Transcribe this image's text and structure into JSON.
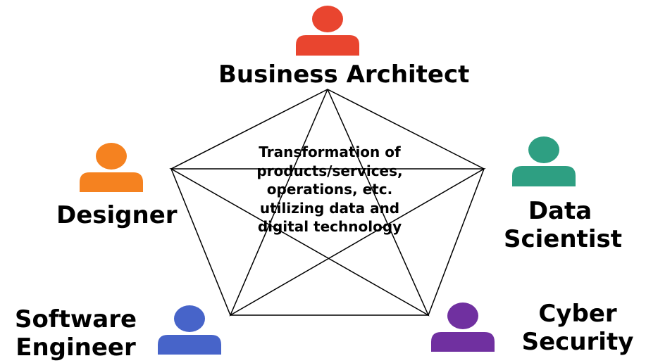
{
  "diagram": {
    "center_lines": [
      "Transformation of",
      "products/services,",
      "operations, etc.",
      "utilizing data and",
      "digital technology"
    ],
    "roles": {
      "business_architect": {
        "lines": [
          "Business Architect"
        ],
        "color": "#E9452F",
        "icon": "person-icon"
      },
      "data_scientist": {
        "lines": [
          "Data",
          "Scientist"
        ],
        "color": "#2E9F82",
        "icon": "person-icon"
      },
      "cyber_security": {
        "lines": [
          "Cyber",
          "Security"
        ],
        "color": "#7030A0",
        "icon": "person-icon"
      },
      "software_engineer": {
        "lines": [
          "Software",
          "Engineer"
        ],
        "color": "#4764C9",
        "icon": "person-icon"
      },
      "designer": {
        "lines": [
          "Designer"
        ],
        "color": "#F58220",
        "icon": "person-icon"
      }
    },
    "line_color": "#000000"
  }
}
